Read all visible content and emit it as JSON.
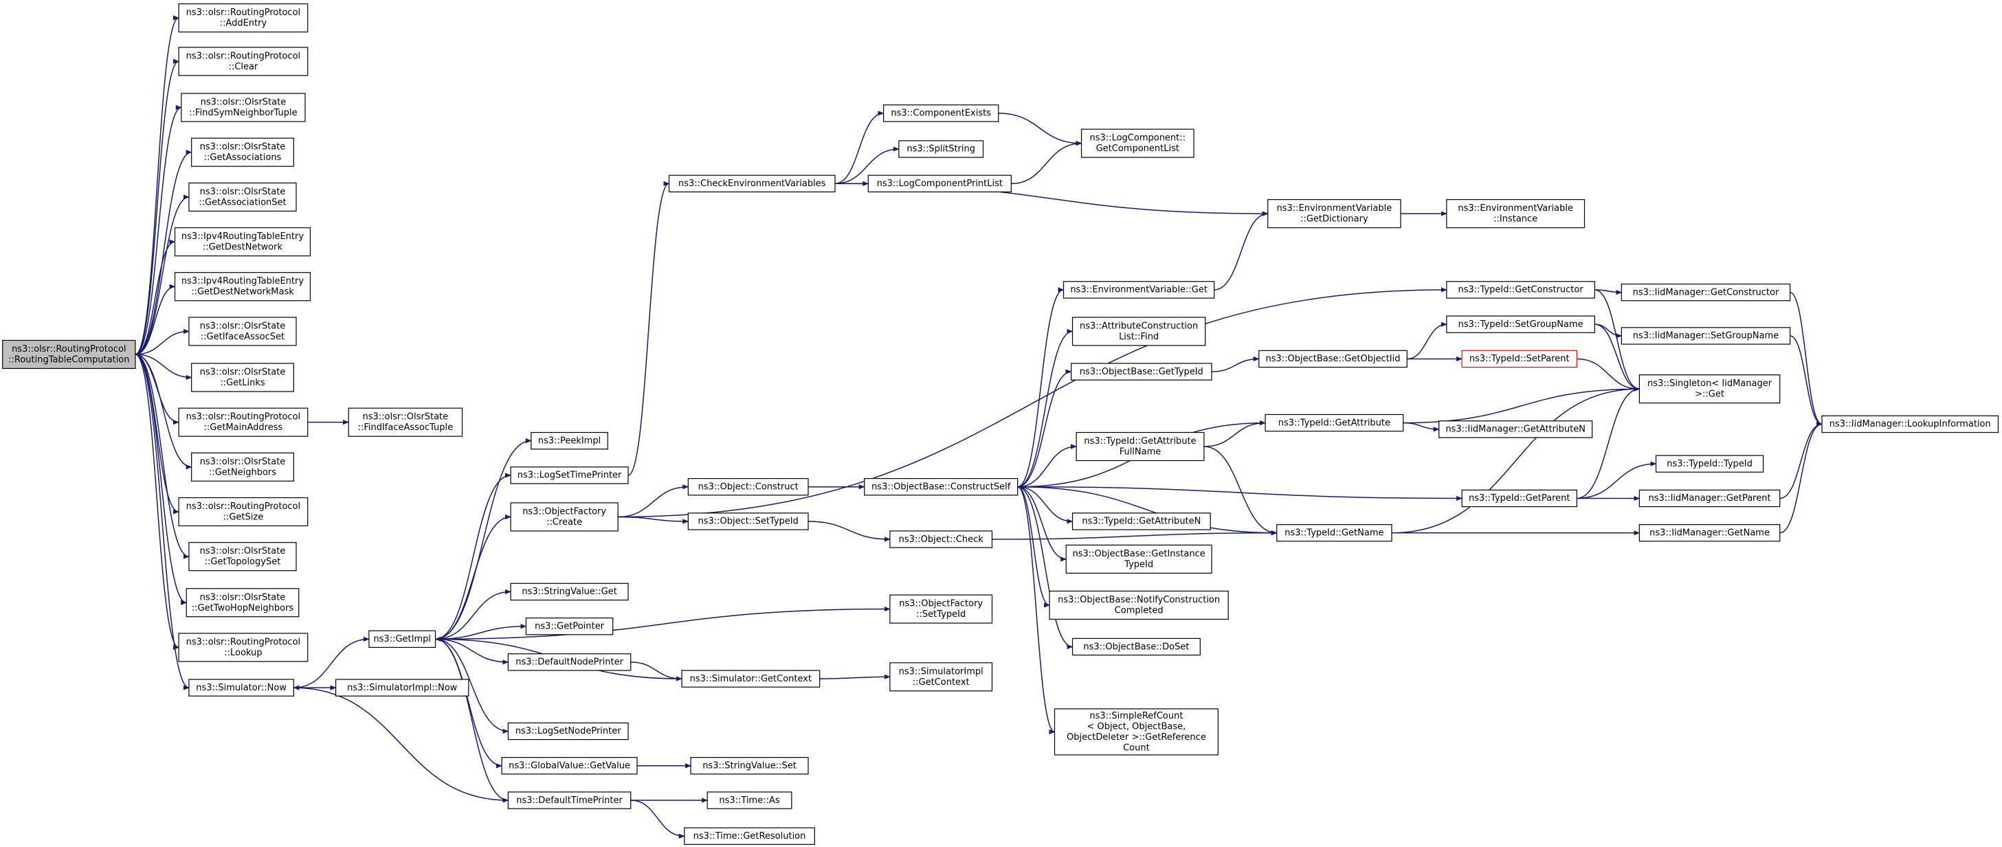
{
  "diagram": {
    "type": "call-graph",
    "edge_color": "#191970",
    "root_fill": "#bfbfbf",
    "truncated_node_border": "#ff0000",
    "nodes": [
      {
        "id": "root",
        "lines": [
          "ns3::olsr::RoutingProtocol",
          "::RoutingTableComputation"
        ],
        "style": "root"
      },
      {
        "id": "addentry",
        "lines": [
          "ns3::olsr::RoutingProtocol",
          "::AddEntry"
        ]
      },
      {
        "id": "clear",
        "lines": [
          "ns3::olsr::RoutingProtocol",
          "::Clear"
        ]
      },
      {
        "id": "findsym",
        "lines": [
          "ns3::olsr::OlsrState",
          "::FindSymNeighborTuple"
        ]
      },
      {
        "id": "getassoc",
        "lines": [
          "ns3::olsr::OlsrState",
          "::GetAssociations"
        ]
      },
      {
        "id": "getassocset",
        "lines": [
          "ns3::olsr::OlsrState",
          "::GetAssociationSet"
        ]
      },
      {
        "id": "getdestnet",
        "lines": [
          "ns3::Ipv4RoutingTableEntry",
          "::GetDestNetwork"
        ]
      },
      {
        "id": "getdestmask",
        "lines": [
          "ns3::Ipv4RoutingTableEntry",
          "::GetDestNetworkMask"
        ]
      },
      {
        "id": "getifaceassoc",
        "lines": [
          "ns3::olsr::OlsrState",
          "::GetIfaceAssocSet"
        ]
      },
      {
        "id": "getlinks",
        "lines": [
          "ns3::olsr::OlsrState",
          "::GetLinks"
        ]
      },
      {
        "id": "getmainaddr",
        "lines": [
          "ns3::olsr::RoutingProtocol",
          "::GetMainAddress"
        ]
      },
      {
        "id": "findiface",
        "lines": [
          "ns3::olsr::OlsrState",
          "::FindIfaceAssocTuple"
        ]
      },
      {
        "id": "getneighbors",
        "lines": [
          "ns3::olsr::OlsrState",
          "::GetNeighbors"
        ]
      },
      {
        "id": "getsize",
        "lines": [
          "ns3::olsr::RoutingProtocol",
          "::GetSize"
        ]
      },
      {
        "id": "gettopology",
        "lines": [
          "ns3::olsr::OlsrState",
          "::GetTopologySet"
        ]
      },
      {
        "id": "gettwohop",
        "lines": [
          "ns3::olsr::OlsrState",
          "::GetTwoHopNeighbors"
        ]
      },
      {
        "id": "lookup",
        "lines": [
          "ns3::olsr::RoutingProtocol",
          "::Lookup"
        ]
      },
      {
        "id": "simnow",
        "lines": [
          "ns3::Simulator::Now"
        ]
      },
      {
        "id": "simimplnow",
        "lines": [
          "ns3::SimulatorImpl::Now"
        ]
      },
      {
        "id": "getimpl",
        "lines": [
          "ns3::GetImpl"
        ]
      },
      {
        "id": "peekimpl",
        "lines": [
          "ns3::PeekImpl"
        ]
      },
      {
        "id": "logsettime",
        "lines": [
          "ns3::LogSetTimePrinter"
        ]
      },
      {
        "id": "objfactcreate",
        "lines": [
          "ns3::ObjectFactory",
          "::Create"
        ]
      },
      {
        "id": "strvalget",
        "lines": [
          "ns3::StringValue::Get"
        ]
      },
      {
        "id": "getpointer",
        "lines": [
          "ns3::GetPointer"
        ]
      },
      {
        "id": "defnodeprinter",
        "lines": [
          "ns3::DefaultNodePrinter"
        ]
      },
      {
        "id": "logsetnode",
        "lines": [
          "ns3::LogSetNodePrinter"
        ]
      },
      {
        "id": "globalvalget",
        "lines": [
          "ns3::GlobalValue::GetValue"
        ]
      },
      {
        "id": "deftimeprinter",
        "lines": [
          "ns3::DefaultTimePrinter"
        ]
      },
      {
        "id": "checkenv",
        "lines": [
          "ns3::CheckEnvironmentVariables"
        ]
      },
      {
        "id": "compexists",
        "lines": [
          "ns3::ComponentExists"
        ]
      },
      {
        "id": "splitstring",
        "lines": [
          "ns3::SplitString"
        ]
      },
      {
        "id": "logcompprint",
        "lines": [
          "ns3::LogComponentPrintList"
        ]
      },
      {
        "id": "logcompget",
        "lines": [
          "ns3::LogComponent::",
          "GetComponentList"
        ]
      },
      {
        "id": "envvardict",
        "lines": [
          "ns3::EnvironmentVariable",
          "::GetDictionary"
        ]
      },
      {
        "id": "envvarinst",
        "lines": [
          "ns3::EnvironmentVariable",
          "::Instance"
        ]
      },
      {
        "id": "envvarget",
        "lines": [
          "ns3::EnvironmentVariable::Get"
        ]
      },
      {
        "id": "attrconstr",
        "lines": [
          "ns3::AttributeConstruction",
          "List::Find"
        ]
      },
      {
        "id": "objbasegettypeid",
        "lines": [
          "ns3::ObjectBase::GetTypeId"
        ]
      },
      {
        "id": "objbasegetobjtid",
        "lines": [
          "ns3::ObjectBase::GetObjectIid"
        ]
      },
      {
        "id": "objconstruct",
        "lines": [
          "ns3::Object::Construct"
        ]
      },
      {
        "id": "objbaseconstructself",
        "lines": [
          "ns3::ObjectBase::ConstructSelf"
        ]
      },
      {
        "id": "objsettypeid",
        "lines": [
          "ns3::Object::SetTypeId"
        ]
      },
      {
        "id": "objcheck",
        "lines": [
          "ns3::Object::Check"
        ]
      },
      {
        "id": "objfactsettypeid",
        "lines": [
          "ns3::ObjectFactory",
          "::SetTypeId"
        ]
      },
      {
        "id": "simgetcontext",
        "lines": [
          "ns3::Simulator::GetContext"
        ]
      },
      {
        "id": "simimplgetcontext",
        "lines": [
          "ns3::SimulatorImpl",
          "::GetContext"
        ]
      },
      {
        "id": "strvalset",
        "lines": [
          "ns3::StringValue::Set"
        ]
      },
      {
        "id": "timeas",
        "lines": [
          "ns3::Time::As"
        ]
      },
      {
        "id": "timegetres",
        "lines": [
          "ns3::Time::GetResolution"
        ]
      },
      {
        "id": "typeidgetattrfull",
        "lines": [
          "ns3::TypeId::GetAttribute",
          "FullName"
        ]
      },
      {
        "id": "typeidgetattrn",
        "lines": [
          "ns3::TypeId::GetAttributeN"
        ]
      },
      {
        "id": "objbasegetinst",
        "lines": [
          "ns3::ObjectBase::GetInstance",
          "TypeId"
        ]
      },
      {
        "id": "objbasenotify",
        "lines": [
          "ns3::ObjectBase::NotifyConstruction",
          "Completed"
        ]
      },
      {
        "id": "objbasedoset",
        "lines": [
          "ns3::ObjectBase::DoSet"
        ]
      },
      {
        "id": "simplerefcount",
        "lines": [
          "ns3::SimpleRefCount",
          "< Object, ObjectBase,",
          "ObjectDeleter >::GetReference",
          "Count"
        ]
      },
      {
        "id": "typeidgetconstructor",
        "lines": [
          "ns3::TypeId::GetConstructor"
        ]
      },
      {
        "id": "typeidsetgroupname",
        "lines": [
          "ns3::TypeId::SetGroupName"
        ]
      },
      {
        "id": "typeidsetparent",
        "lines": [
          "ns3::TypeId::SetParent"
        ],
        "style": "red"
      },
      {
        "id": "typeidgetattribute",
        "lines": [
          "ns3::TypeId::GetAttribute"
        ]
      },
      {
        "id": "typeidgetparent",
        "lines": [
          "ns3::TypeId::GetParent"
        ]
      },
      {
        "id": "typeidgetname",
        "lines": [
          "ns3::TypeId::GetName"
        ]
      },
      {
        "id": "iidgetconstructor",
        "lines": [
          "ns3::IidManager::GetConstructor"
        ]
      },
      {
        "id": "iidsetgroupname",
        "lines": [
          "ns3::IidManager::SetGroupName"
        ]
      },
      {
        "id": "singletonget",
        "lines": [
          "ns3::Singleton< IidManager",
          ">::Get"
        ]
      },
      {
        "id": "iidgetattrn",
        "lines": [
          "ns3::IidManager::GetAttributeN"
        ]
      },
      {
        "id": "typeidtypeid",
        "lines": [
          "ns3::TypeId::TypeId"
        ]
      },
      {
        "id": "iidgetparent",
        "lines": [
          "ns3::IidManager::GetParent"
        ]
      },
      {
        "id": "iidgetname",
        "lines": [
          "ns3::IidManager::GetName"
        ]
      },
      {
        "id": "iidlookup",
        "lines": [
          "ns3::IidManager::LookupInformation"
        ]
      }
    ]
  }
}
